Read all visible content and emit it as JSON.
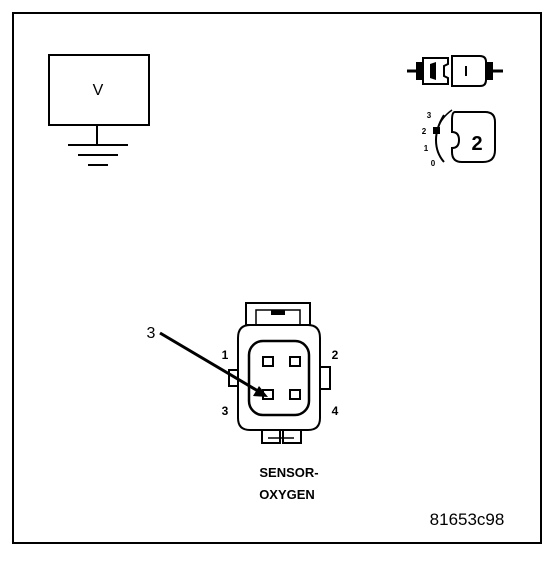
{
  "meter": {
    "label": "V"
  },
  "step_indicator": {
    "number": "2",
    "scale": [
      "3",
      "2",
      "1",
      "0"
    ]
  },
  "connector": {
    "pins": [
      "1",
      "2",
      "3",
      "4"
    ],
    "callout": "3",
    "caption_line1": "SENSOR-",
    "caption_line2": "OXYGEN"
  },
  "figure_id": "81653c98",
  "colors": {
    "line": "#000000",
    "background": "#ffffff"
  }
}
